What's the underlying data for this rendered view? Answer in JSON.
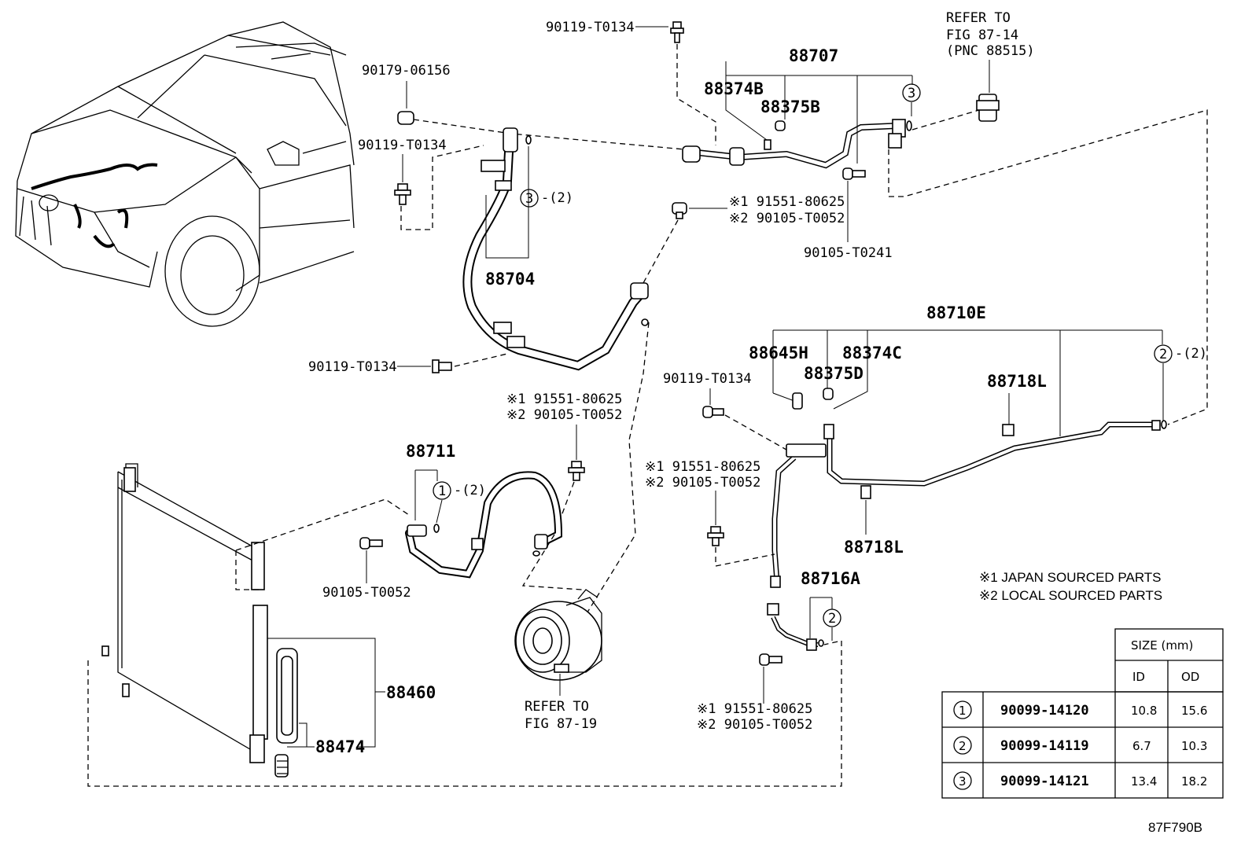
{
  "labels": {
    "bolt_top": "90119-T0134",
    "clip_left": "90179-06156",
    "bolt_left": "90119-T0134",
    "refer_top_1": "REFER TO",
    "refer_top_2": "FIG 87-14",
    "refer_top_3": "(PNC 88515)",
    "p88707": "88707",
    "p88374B": "88374B",
    "p88375B": "88375B",
    "japan_a": "※1 91551-80625",
    "local_a": "※2 90105-T0052",
    "bolt_90105_T0241": "90105-T0241",
    "p88704": "88704",
    "bolt_mid": "90119-T0134",
    "japan_b": "※1 91551-80625",
    "local_b": "※2 90105-T0052",
    "p88711": "88711",
    "bolt_88711": "90105-T0052",
    "p88710E": "88710E",
    "p88645H": "88645H",
    "p88374C": "88374C",
    "p88375D": "88375D",
    "bolt_right": "90119-T0134",
    "p88718L_top": "88718L",
    "p88718L_bottom": "88718L",
    "japan_c": "※1 91551-80625",
    "local_c": "※2 90105-T0052",
    "p88716A": "88716A",
    "japan_d": "※1 91551-80625",
    "local_d": "※2 90105-T0052",
    "p88460": "88460",
    "p88474": "88474",
    "refer_comp_1": "REFER TO",
    "refer_comp_2": "FIG 87-19",
    "legend_1": "※1 JAPAN SOURCED PARTS",
    "legend_2": "※2 LOCAL SOURCED PARTS",
    "diagram_code": "87F790B"
  },
  "callouts": {
    "c3_top": "3",
    "c3_left": "3",
    "c3_left_qty": "-(2)",
    "c2_right": "2",
    "c2_right_qty": "-(2)",
    "c1_mid": "1",
    "c1_mid_qty": "-(2)",
    "c2_bottom": "2"
  },
  "size_table": {
    "header": "SIZE (mm)",
    "col_id": "ID",
    "col_od": "OD",
    "rows": [
      {
        "key": "1",
        "part": "90099-14120",
        "id": "10.8",
        "od": "15.6"
      },
      {
        "key": "2",
        "part": "90099-14119",
        "id": "6.7",
        "od": "10.3"
      },
      {
        "key": "3",
        "part": "90099-14121",
        "id": "13.4",
        "od": "18.2"
      }
    ]
  }
}
